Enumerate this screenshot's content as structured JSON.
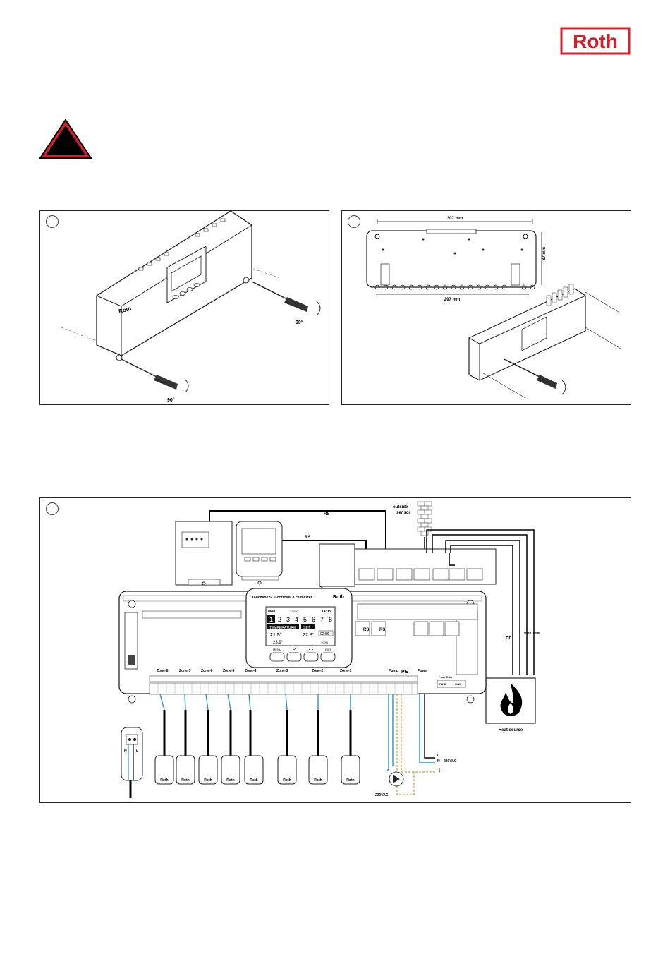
{
  "brand": {
    "logo_text": "Roth",
    "color": "#d4202c"
  },
  "warning": {
    "color": "#d4202c",
    "icon": "warning-triangle-icon"
  },
  "fig_a": {
    "angle_top": "90°",
    "angle_bottom": "90°",
    "display_brand": "Roth"
  },
  "fig_b": {
    "width_top": "307 mm",
    "width_bottom": "297 mm",
    "height_side": "87 mm"
  },
  "fig_c": {
    "bus_label_1": "RS",
    "bus_label_2": "RS",
    "outside_sensor": "outside\nsensor",
    "controller_title": "Touchline SL  Controller 8 ch master",
    "display": {
      "day": "Mon.",
      "outdoor_temp": "11.5°C",
      "time": "14:08",
      "zones": [
        "1",
        "2",
        "3",
        "4",
        "5",
        "6",
        "7",
        "8"
      ],
      "temperature_label": "TEMPERATURE",
      "temperature_value": "21.5°",
      "floor_value": "23.9°",
      "set_label": "SET",
      "set_value": "22.8°",
      "set_time": "02:56",
      "battery": "100%"
    },
    "buttons": [
      "MENU",
      "",
      "",
      "EXIT"
    ],
    "rs_ports": [
      "RS",
      "RS"
    ],
    "zones": [
      "Zone-8",
      "Zone-7",
      "Zone-6",
      "Zone-5",
      "Zone-4",
      "Zone-3",
      "Zone-2",
      "Zone-1"
    ],
    "pump_label": "Pump",
    "pe_label": "PE",
    "power_label": "Power",
    "fuse_label": "Fuse 6.3A",
    "fuse_box": "FUSE",
    "fuse_value": "6X20",
    "or_label": "or",
    "opentherm_label": "OpenTherm",
    "heat_source": "Heat source",
    "pump_voltage": "230VAC",
    "mains_voltage": "230VAC",
    "mains_L": "L",
    "mains_N": "N",
    "mains_PE": "⏚",
    "terminal_N": "N",
    "terminal_L": "L",
    "actuator_brand": "Roth"
  }
}
